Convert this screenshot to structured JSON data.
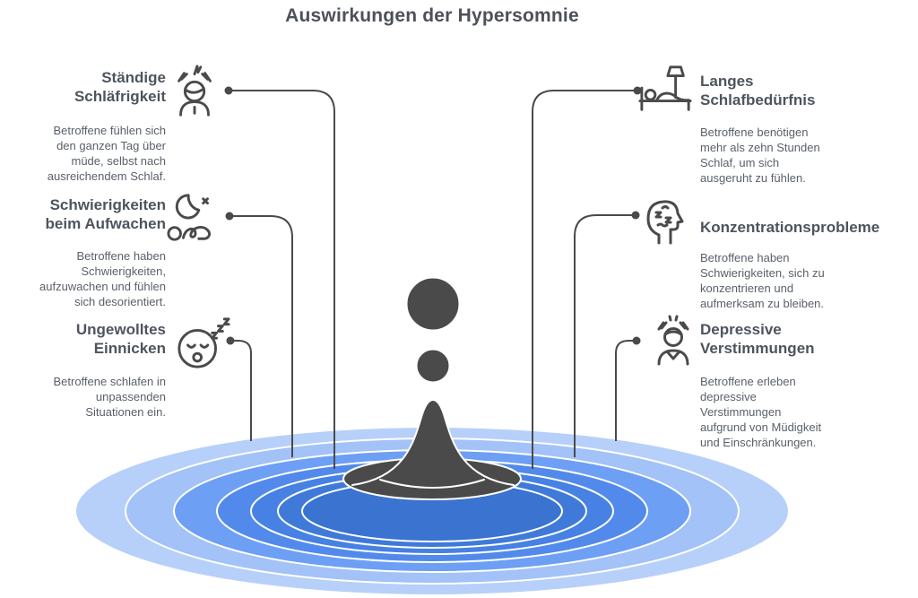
{
  "title": "Auswirkungen der Hypersomnie",
  "colors": {
    "title": "#4d5158",
    "heading": "#4e545e",
    "body": "#5a606b",
    "connector": "#4a4a4a",
    "icon": "#4a4a4a",
    "droplet": "#4a4a4a",
    "ring_stroke": "#ffffff"
  },
  "ripples": {
    "colors": [
      "#b7d0fa",
      "#a2c2f8",
      "#6d9ff4",
      "#528aeb",
      "#4681e3",
      "#3f7ad9",
      "#3a73d0"
    ]
  },
  "left_items": [
    {
      "heading": "Ständige\nSchläfrigkeit",
      "description": "Betroffene fühlen sich\nden ganzen Tag über\nmüde, selbst nach\nausreichendem Schlaf.",
      "icon": "tired-person-icon"
    },
    {
      "heading": "Schwierigkeiten\nbeim Aufwachen",
      "description": "Betroffene haben\nSchwierigkeiten,\naufzuwachen und fühlen\nsich desorientiert.",
      "icon": "waking-difficulty-icon"
    },
    {
      "heading": "Ungewolltes\nEinnicken",
      "description": "Betroffene schlafen in\nunpassenden\nSituationen ein.",
      "icon": "dozing-face-icon"
    }
  ],
  "right_items": [
    {
      "heading": "Langes\nSchlafbedürfnis",
      "description": "Betroffene benötigen\nmehr als zehn Stunden\nSchlaf, um sich\nausgeruht zu fühlen.",
      "icon": "bed-lamp-icon"
    },
    {
      "heading": "Konzentrationsprobleme",
      "description": "Betroffene haben\nSchwierigkeiten, sich zu\nkonzentrieren und\naufmerksam zu bleiben.",
      "icon": "foggy-head-icon"
    },
    {
      "heading": "Depressive\nVerstimmungen",
      "description": "Betroffene erleben\ndepressive\nVerstimmungen\naufgrund von Müdigkeit\nund Einschränkungen.",
      "icon": "distressed-person-icon"
    }
  ]
}
